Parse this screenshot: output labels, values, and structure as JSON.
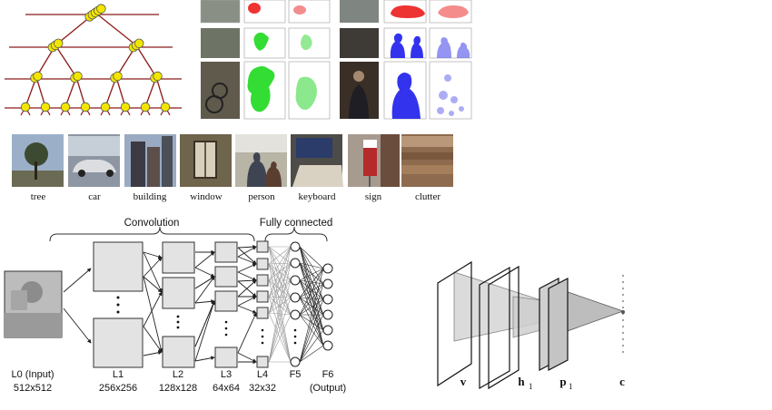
{
  "categories": [
    "tree",
    "car",
    "building",
    "window",
    "person",
    "keyboard",
    "sign",
    "clutter"
  ],
  "cnn": {
    "top_labels": [
      "Convolution",
      "Fully connected"
    ],
    "layers": [
      {
        "name": "L0 (Input)",
        "size": "512x512"
      },
      {
        "name": "L1",
        "size": "256x256"
      },
      {
        "name": "L2",
        "size": "128x128"
      },
      {
        "name": "L3",
        "size": "64x64"
      },
      {
        "name": "L4",
        "size": "32x32"
      },
      {
        "name": "F5",
        "size": ""
      },
      {
        "name": "F6",
        "size": "(Output)"
      }
    ]
  },
  "dbn": {
    "labels": [
      "v",
      "h",
      "1",
      "p",
      "1",
      "c"
    ]
  },
  "colors": {
    "tree_edge": "#8b1a1a",
    "tree_node": "#f2e600",
    "mask_red": "#ee3333",
    "mask_green": "#33dd33",
    "mask_blue": "#3333ee"
  }
}
